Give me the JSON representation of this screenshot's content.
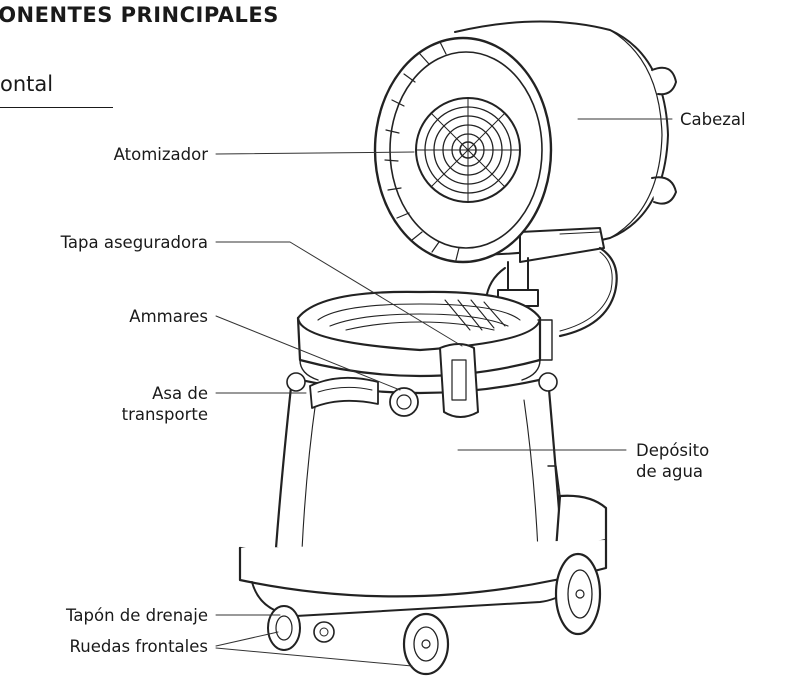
{
  "header": {
    "title": "IPONENTES PRINCIPALES",
    "view": "ontal"
  },
  "labels": {
    "atomizador": "Atomizador",
    "tapa": "Tapa aseguradora",
    "ammares": "Ammares",
    "asa_line1": "Asa de",
    "asa_line2": "transporte",
    "tapon": "Tapón de drenaje",
    "ruedas": "Ruedas frontales",
    "cabezal": "Cabezal",
    "deposito_line1": "Depósito",
    "deposito_line2": "de agua"
  },
  "colors": {
    "ink": "#1a1a1a",
    "line": "#333333",
    "background": "#ffffff"
  }
}
